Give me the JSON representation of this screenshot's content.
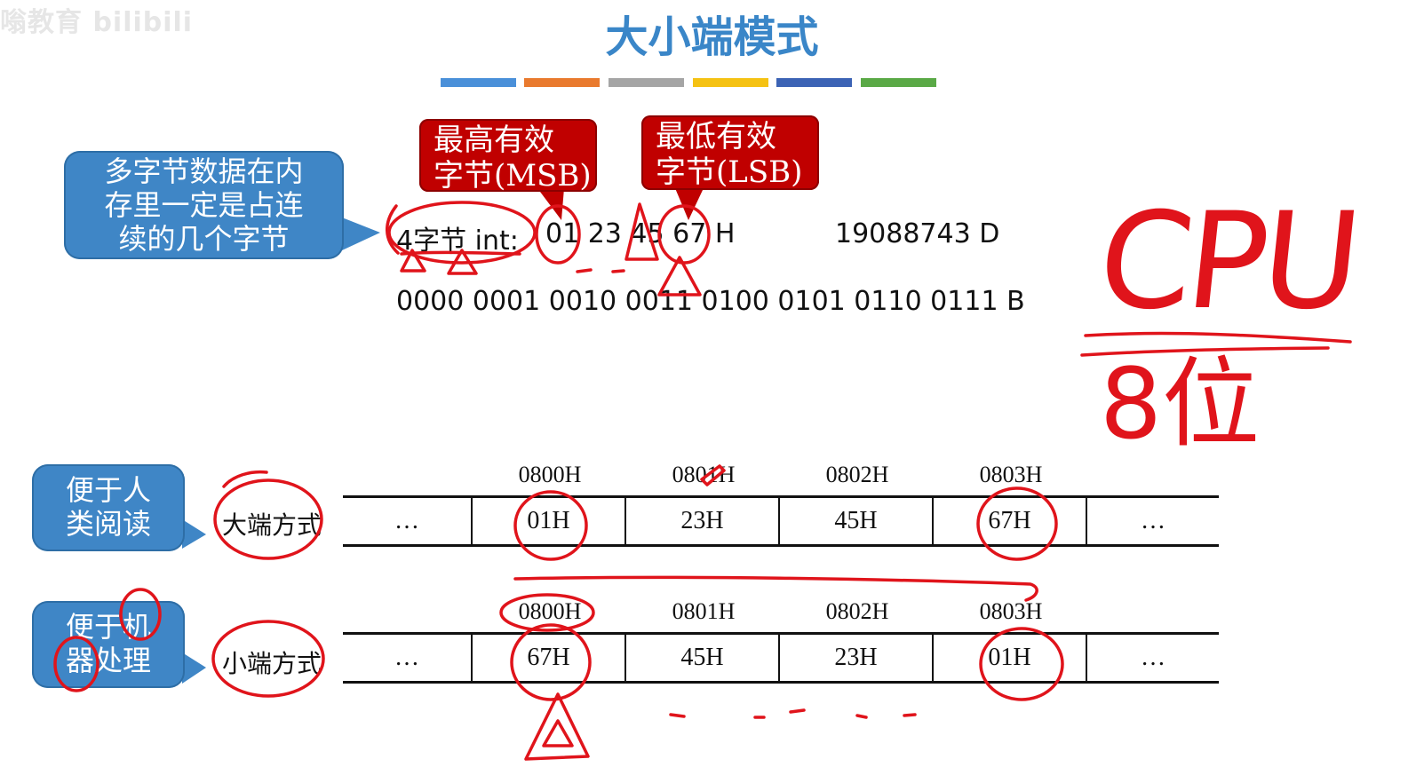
{
  "watermark": "嗡教育 bilibili",
  "title": "大小端模式",
  "title_bar_colors": [
    "#4a90d9",
    "#e97a2e",
    "#a5a5a5",
    "#f5c213",
    "#3c63b5",
    "#5aa946"
  ],
  "callouts": {
    "multibyte": [
      "多字节数据在内",
      "存里一定是占连",
      "续的几个字节"
    ],
    "msb": [
      "最高有效",
      "字节(MSB)"
    ],
    "lsb": [
      "最低有效",
      "字节(LSB)"
    ],
    "human": [
      "便于人",
      "类阅读"
    ],
    "machine": [
      "便于机",
      "器处理"
    ]
  },
  "int_line": {
    "label": "4字节 int:",
    "hex": "01 23 45 67 H",
    "decimal": "19088743 D"
  },
  "binary_line": "0000 0001 0010 0011 0100 0101 0110 0111  B",
  "big_endian": {
    "mode": "大端方式",
    "addresses": [
      "0800H",
      "0801H",
      "0802H",
      "0803H"
    ],
    "cells": [
      "…",
      "01H",
      "23H",
      "45H",
      "67H",
      "…"
    ]
  },
  "little_endian": {
    "mode": "小端方式",
    "addresses": [
      "0800H",
      "0801H",
      "0802H",
      "0803H"
    ],
    "cells": [
      "…",
      "67H",
      "45H",
      "23H",
      "01H",
      "…"
    ]
  },
  "annotation": {
    "top": "CPU",
    "bottom": "8位"
  },
  "colors": {
    "title": "#3a86c8",
    "callout_blue": "#3f86c6",
    "callout_red": "#c00000",
    "ink": "#e0141b"
  }
}
